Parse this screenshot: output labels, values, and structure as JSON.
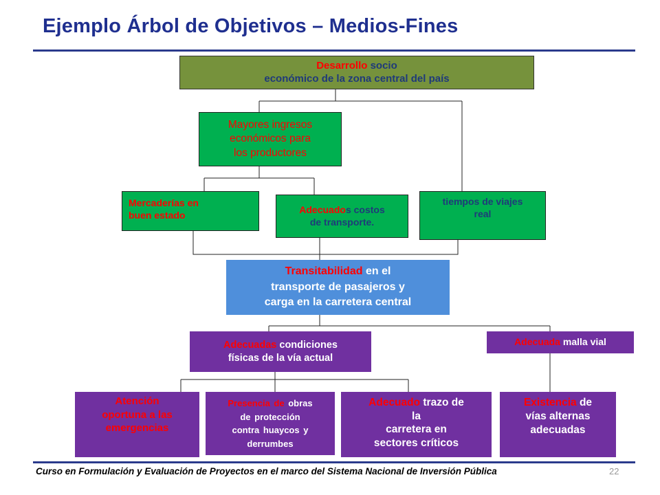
{
  "header": {
    "title": "Ejemplo Árbol de Objetivos – Medios-Fines"
  },
  "tree": {
    "fin": {
      "a": "Desarrollo",
      "b": " socio",
      "c": "económico de la zona central del país"
    },
    "ingresos": {
      "a": "Mayores ingresos",
      "b": "económicos para",
      "c": "los productores"
    },
    "mercaderias": {
      "a": "Mercaderías en",
      "b": "buen estado"
    },
    "costos": {
      "a": "Adecuado",
      "b": "s costos",
      "c": "de transporte."
    },
    "tiempos": {
      "a": "tiempos de viajes",
      "b": "real"
    },
    "proposito": {
      "a": "Transitabilidad",
      "b": " en el",
      "c": "transporte de pasajeros y",
      "d": "carga en la carretera central"
    },
    "condiciones": {
      "a": "Adecuadas",
      "b": " condiciones",
      "c": "físicas de la vía actual"
    },
    "malla": {
      "a": "Adecuada",
      "b": " malla vial"
    },
    "atencion": {
      "a": "Atención",
      "b": "oportuna a las",
      "c": "emergencias"
    },
    "presencia": {
      "a": "Presencia  de",
      "b": " obras",
      "c": "de protección",
      "d": "contra huaycos y",
      "e": "derrumbes"
    },
    "trazo": {
      "a": "Adecuado",
      "b": " trazo de",
      "c": "la",
      "d": "carretera en",
      "e": "sectores críticos"
    },
    "existencia": {
      "a": "Existencia",
      "b": " de",
      "c": "vías alternas",
      "d": "adecuadas"
    }
  },
  "footer": {
    "text": "Curso en Formulación y Evaluación de Proyectos en el marco del Sistema Nacional de Inversión Pública",
    "page": "22"
  }
}
